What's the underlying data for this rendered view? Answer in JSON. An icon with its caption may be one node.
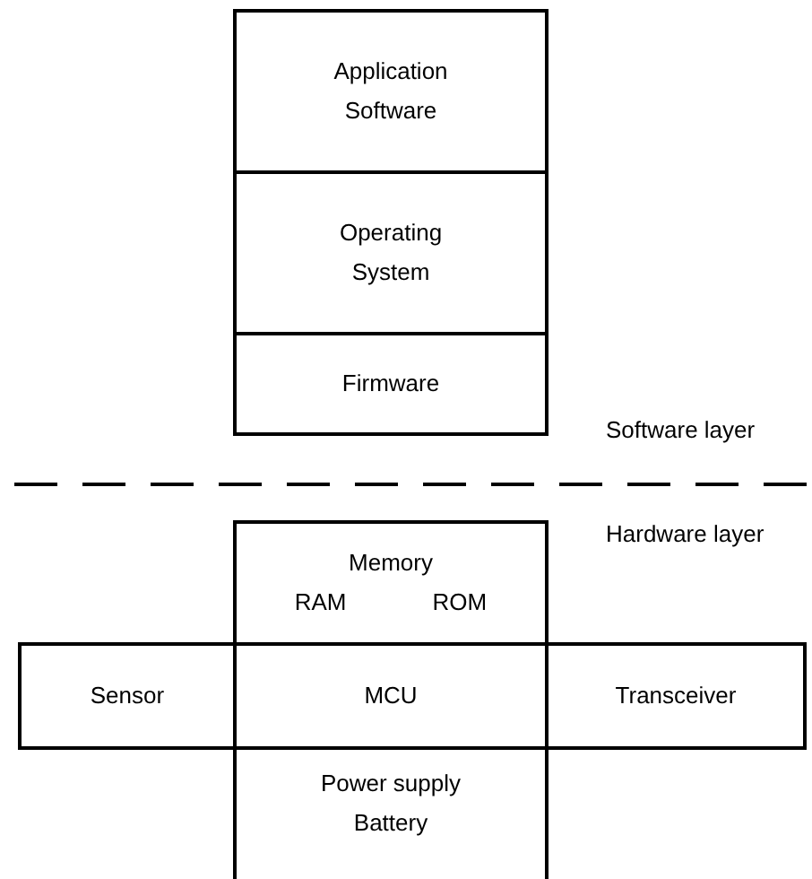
{
  "diagram": {
    "nodes": [
      {
        "text": [
          "Application Software"
        ]
      },
      {
        "text": [
          "Operating System"
        ]
      },
      {
        "text": [
          "Firmware"
        ]
      },
      {
        "text": [
          "Memory",
          "RAM",
          "ROM"
        ]
      },
      {
        "text": [
          "Sensor"
        ]
      },
      {
        "text": [
          "MCU"
        ]
      },
      {
        "text": [
          "Transceiver"
        ]
      },
      {
        "text": [
          "Power supply",
          "Battery"
        ]
      }
    ],
    "labels": [
      "Software layer",
      "Hardware layer"
    ]
  }
}
